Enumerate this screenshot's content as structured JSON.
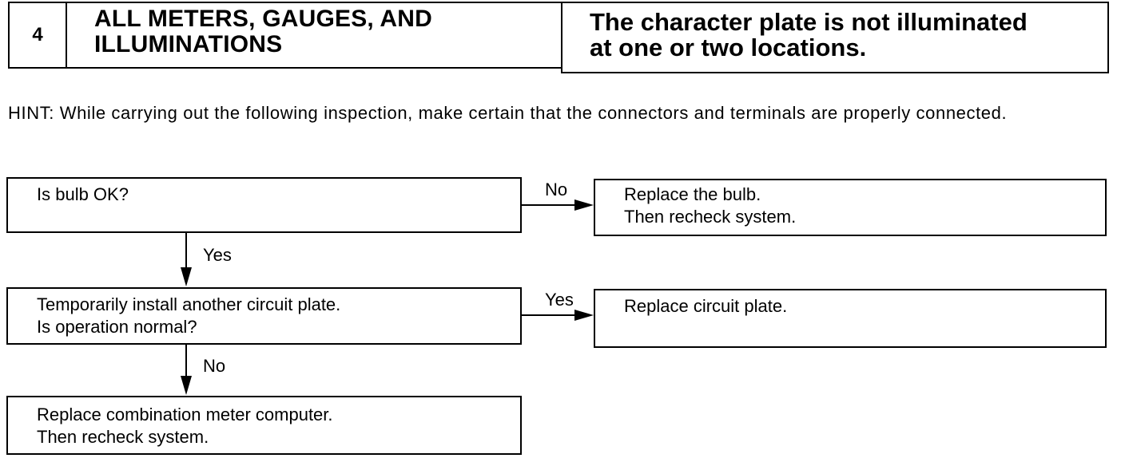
{
  "header": {
    "number": "4",
    "title": "ALL METERS, GAUGES, AND\nILLUMINATIONS",
    "description": "The character plate is not illuminated\nat one or two locations."
  },
  "hint": "HINT:  While carrying out the following inspection, make certain that the connectors and terminals are properly connected.",
  "flow": {
    "step1": "Is bulb OK?",
    "step1_no_label": "No",
    "step1_no_result": "Replace the bulb.\nThen recheck system.",
    "step1_yes_label": "Yes",
    "step2": "Temporarily install another circuit plate.\nIs operation normal?",
    "step2_yes_label": "Yes",
    "step2_yes_result": "Replace circuit plate.",
    "step2_no_label": "No",
    "step3": "Replace combination meter computer.\nThen recheck system."
  }
}
